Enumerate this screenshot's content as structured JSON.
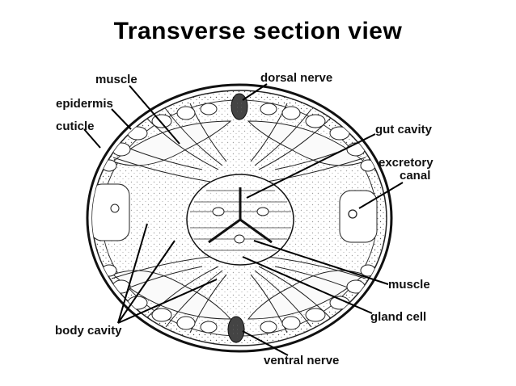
{
  "title": "Transverse section view",
  "labels": {
    "muscle_top": "muscle",
    "dorsal_nerve": "dorsal nerve",
    "epidermis": "epidermis",
    "cuticle": "cuticle",
    "gut_cavity": "gut cavity",
    "excretory_line1": "excretory",
    "excretory_line2": "canal",
    "muscle_bottom": "muscle",
    "gland_cell": "gland cell",
    "body_cavity": "body cavity",
    "ventral_nerve": "ventral nerve"
  }
}
